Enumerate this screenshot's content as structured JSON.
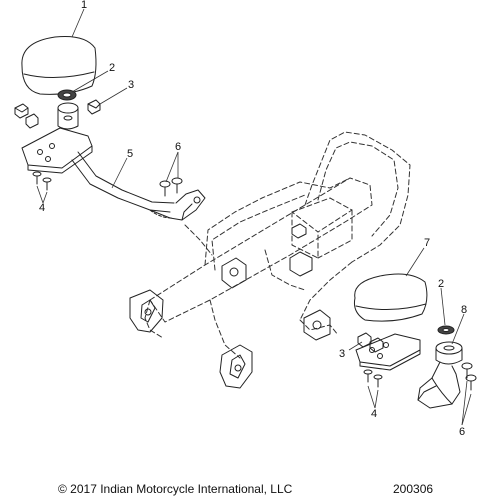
{
  "diagram": {
    "callouts": [
      "1",
      "2",
      "3",
      "5",
      "6",
      "4",
      "7",
      "2",
      "8",
      "3",
      "4",
      "6"
    ]
  },
  "footer": {
    "copyright": "© 2017 Indian Motorcycle International, LLC",
    "diagram_id": "200306"
  }
}
